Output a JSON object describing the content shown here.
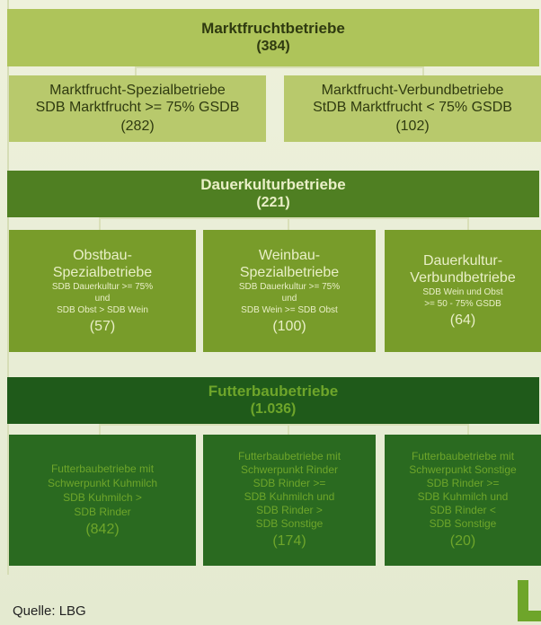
{
  "sections": [
    {
      "title": "Marktfruchtbetriebe",
      "count": "(384)",
      "children": [
        {
          "lines": [
            "Marktfrucht-Spezialbetriebe",
            "SDB Marktfrucht >= 75% GSDB"
          ],
          "count": "(282)"
        },
        {
          "lines": [
            "Marktfrucht-Verbundbetriebe",
            "StDB Marktfrucht < 75% GSDB"
          ],
          "count": "(102)"
        }
      ]
    },
    {
      "title": "Dauerkulturbetriebe",
      "count": "(221)",
      "children": [
        {
          "name": [
            "Obstbau-",
            "Spezialbetriebe"
          ],
          "detail": [
            "SDB Dauerkultur >= 75%",
            "und",
            "SDB Obst > SDB Wein"
          ],
          "count": "(57)"
        },
        {
          "name": [
            "Weinbau-",
            "Spezialbetriebe"
          ],
          "detail": [
            "SDB Dauerkultur >= 75%",
            "und",
            "SDB Wein >= SDB Obst"
          ],
          "count": "(100)"
        },
        {
          "name": [
            "Dauerkultur-",
            "Verbundbetriebe"
          ],
          "detail": [
            "SDB Wein und Obst",
            ">= 50 - 75% GSDB"
          ],
          "count": "(64)"
        }
      ]
    },
    {
      "title": "Futterbaubetriebe",
      "count": "(1.036)",
      "children": [
        {
          "lines": [
            "Futterbaubetriebe mit",
            "Schwerpunkt Kuhmilch",
            "SDB Kuhmilch >",
            "SDB Rinder"
          ],
          "count": "(842)"
        },
        {
          "lines": [
            "Futterbaubetriebe mit",
            "Schwerpunkt Rinder",
            "SDB Rinder >=",
            "SDB Kuhmilch und",
            "SDB Rinder >",
            "SDB Sonstige"
          ],
          "count": "(174)"
        },
        {
          "lines": [
            "Futterbaubetriebe mit",
            "Schwerpunkt Sonstige",
            "SDB Rinder >=",
            "SDB Kuhmilch und",
            "SDB Rinder <",
            "SDB Sonstige"
          ],
          "count": "(20)"
        }
      ]
    }
  ],
  "source": "Quelle: LBG",
  "colors": {
    "level1_bar": "#aec45a",
    "level1_box": "#b8c96c",
    "level2_bar": "#4f7f22",
    "level2_box": "#789c2a",
    "level3_bar": "#1f5a1a",
    "level3_box": "#2a6a20"
  },
  "icons": {
    "logo": "lbg-logo-icon"
  }
}
